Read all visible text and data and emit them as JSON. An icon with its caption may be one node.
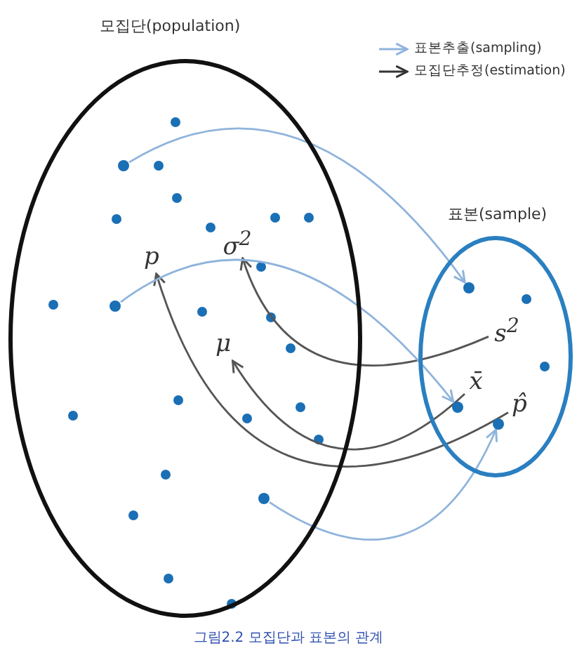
{
  "diagram": {
    "caption": "그림2.2 모집단과 표본의 관계",
    "nodes": [
      {
        "text": [
          "모집단(population)"
        ]
      },
      {
        "text": [
          "표본(sample)"
        ]
      },
      {
        "text": [
          "p"
        ],
        "in": 0
      },
      {
        "text": [
          "σ$^{2}$"
        ],
        "in": 0
      },
      {
        "text": [
          "μ"
        ],
        "in": 0
      },
      {
        "text": [
          "s$^{2}$"
        ],
        "in": 1
      },
      {
        "text": [
          "x̄"
        ],
        "in": 1
      },
      {
        "text": [
          "p̂"
        ],
        "in": 1
      },
      {
        "text": [],
        "shape": "circle",
        "in": 0
      },
      {
        "text": [],
        "shape": "circle",
        "in": 0
      },
      {
        "text": [],
        "shape": "circle",
        "in": 0
      },
      {
        "text": [],
        "shape": "circle",
        "in": 1
      },
      {
        "text": [],
        "shape": "circle",
        "in": 1
      },
      {
        "text": [],
        "shape": "circle",
        "in": 1
      }
    ],
    "edges": [
      {
        "from": 5,
        "to": 3,
        "arrow": "to"
      },
      {
        "from": 6,
        "to": 4,
        "arrow": "to"
      },
      {
        "from": 7,
        "to": 2,
        "arrow": "to"
      },
      {
        "from": 8,
        "to": 11,
        "arrow": "to",
        "color": "#8fb4dc"
      },
      {
        "from": 9,
        "to": 12,
        "arrow": "to",
        "color": "#8fb4dc"
      },
      {
        "from": 10,
        "to": 13,
        "arrow": "to",
        "color": "#8fb4dc"
      }
    ],
    "legend": [
      {
        "text": "표본추출(sampling)"
      },
      {
        "text": "모집단추정(estimation)"
      }
    ]
  }
}
